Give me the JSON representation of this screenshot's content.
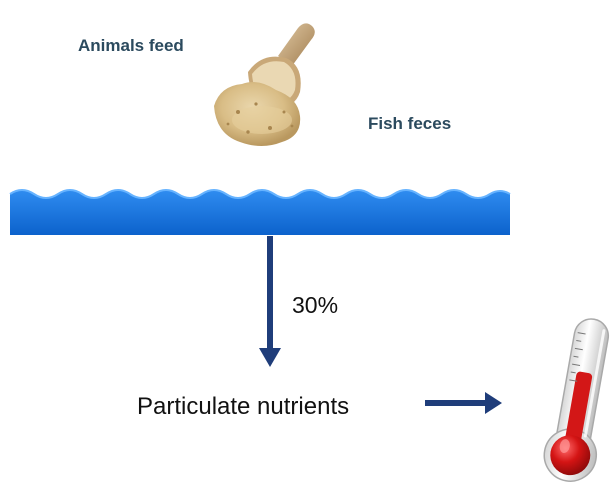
{
  "diagram": {
    "feed_label": "Animals feed",
    "feces_label": "Fish feces",
    "percent_label": "30%",
    "nutrients_label": "Particulate nutrients"
  },
  "icons": {
    "feed": "feed-scoop-icon",
    "water": "water-surface",
    "thermometer": "thermometer-icon"
  },
  "colors": {
    "water_top": "#2a86e8",
    "water_bottom": "#0f68d2",
    "arrow": "#1f3d7a",
    "label_dark": "#2b4a5e",
    "mercury": "#d11818"
  }
}
